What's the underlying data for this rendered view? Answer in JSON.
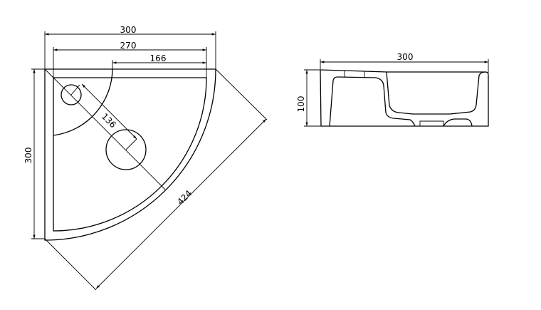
{
  "plan_view": {
    "dim_overall_width": "300",
    "dim_inner_width": "270",
    "dim_bowl_offset": "166",
    "dim_overall_depth": "300",
    "dim_hole_spacing": "136",
    "dim_diagonal": "424"
  },
  "side_view": {
    "dim_width": "300",
    "dim_height": "100"
  },
  "colors": {
    "line": "#000000",
    "background": "#ffffff"
  }
}
